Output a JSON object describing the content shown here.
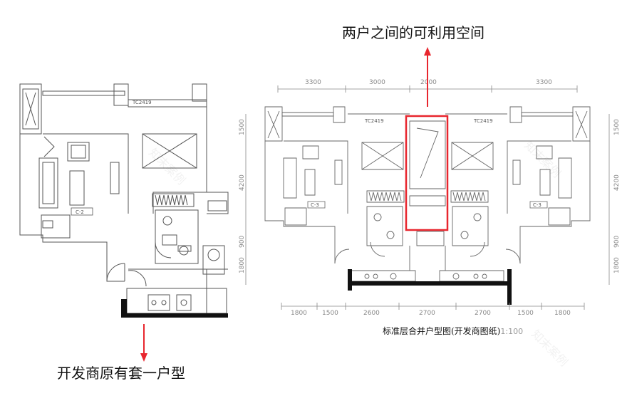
{
  "labels": {
    "top_annotation": "两户之间的可利用空间",
    "bottom_annotation": "开发商原有套一户型",
    "caption_main": "标准层合并户型图(开发商图纸)",
    "caption_scale": "1:100"
  },
  "left_plan": {
    "window_code": "TC2419",
    "room_tag": "C-2"
  },
  "right_plan": {
    "window_codes": [
      "TC2419",
      "TC2419"
    ],
    "room_tags": [
      "C-3",
      "C-3"
    ],
    "top_dims": [
      "3300",
      "3000",
      "2000",
      "3300"
    ],
    "bottom_dims": [
      "1800",
      "1500",
      "2600",
      "2700",
      "2700",
      "1500",
      "1800"
    ],
    "left_dims": [
      "1500",
      "4200",
      "900",
      "1800"
    ],
    "right_dims": [
      "1500",
      "4200",
      "900",
      "1800"
    ]
  },
  "watermark": [
    "知末案例",
    "知末案例",
    "知末案例"
  ],
  "colors": {
    "highlight": "#e8262e",
    "arrow": "#e8262e",
    "line": "#555555",
    "wall": "#111111"
  }
}
